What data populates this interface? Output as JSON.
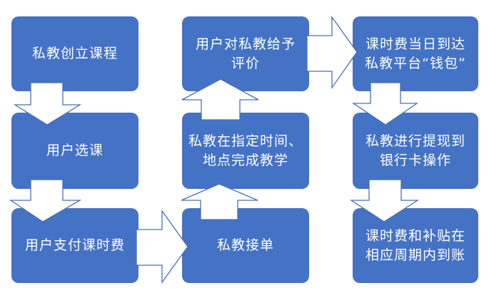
{
  "colors": {
    "box_fill": "#4472C4",
    "box_text": "#FFFFFF",
    "arrow_fill": "#FFFFFF",
    "arrow_stroke": "#4A6FB5"
  },
  "steps": [
    {
      "id": "s1",
      "label": "私教创立课程"
    },
    {
      "id": "s2",
      "label": "用户选课"
    },
    {
      "id": "s3",
      "label": "用户支付课时费"
    },
    {
      "id": "s4",
      "label": "私教接单"
    },
    {
      "id": "s5",
      "label": "私教在指定时间、\n地点完成教学"
    },
    {
      "id": "s6",
      "label": "用户对私教给予\n评价"
    },
    {
      "id": "s7",
      "label": "课时费当日到达\n私教平台“钱包”"
    },
    {
      "id": "s8",
      "label": "私教进行提现到\n银行卡操作"
    },
    {
      "id": "s9",
      "label": "课时费和补贴在\n相应周期内到账"
    }
  ],
  "flow": [
    {
      "from": "s1",
      "to": "s2",
      "direction": "down"
    },
    {
      "from": "s2",
      "to": "s3",
      "direction": "down"
    },
    {
      "from": "s3",
      "to": "s4",
      "direction": "right"
    },
    {
      "from": "s4",
      "to": "s5",
      "direction": "up"
    },
    {
      "from": "s5",
      "to": "s6",
      "direction": "up"
    },
    {
      "from": "s6",
      "to": "s7",
      "direction": "right"
    },
    {
      "from": "s7",
      "to": "s8",
      "direction": "down"
    },
    {
      "from": "s8",
      "to": "s9",
      "direction": "down"
    }
  ]
}
